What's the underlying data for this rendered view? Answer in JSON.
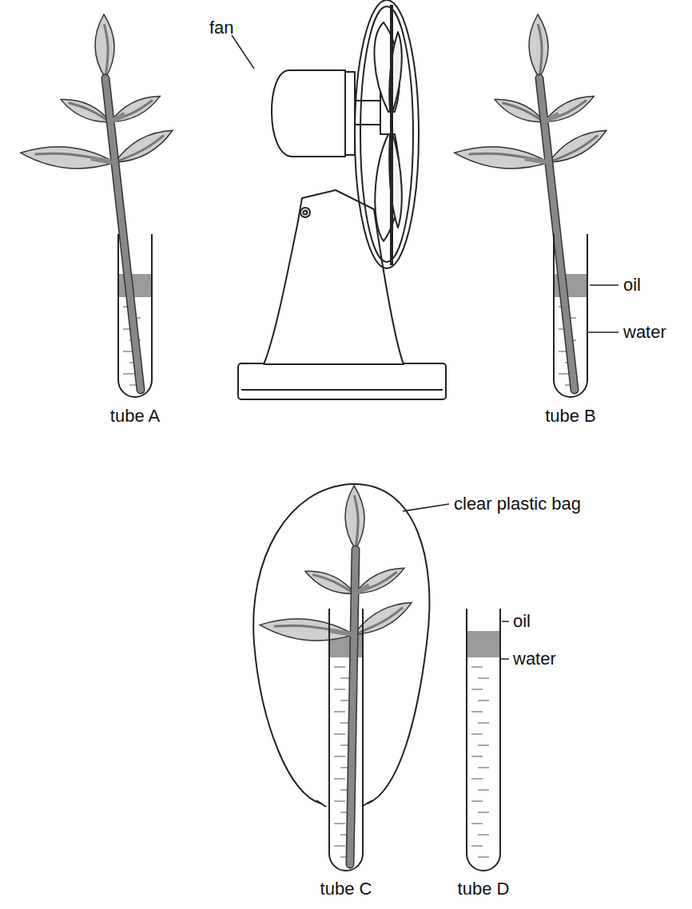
{
  "diagram": {
    "labels": [
      "fan",
      "tube A",
      "oil",
      "water",
      "tube B",
      "clear plastic bag",
      "oil",
      "water",
      "tube C",
      "tube D"
    ]
  }
}
